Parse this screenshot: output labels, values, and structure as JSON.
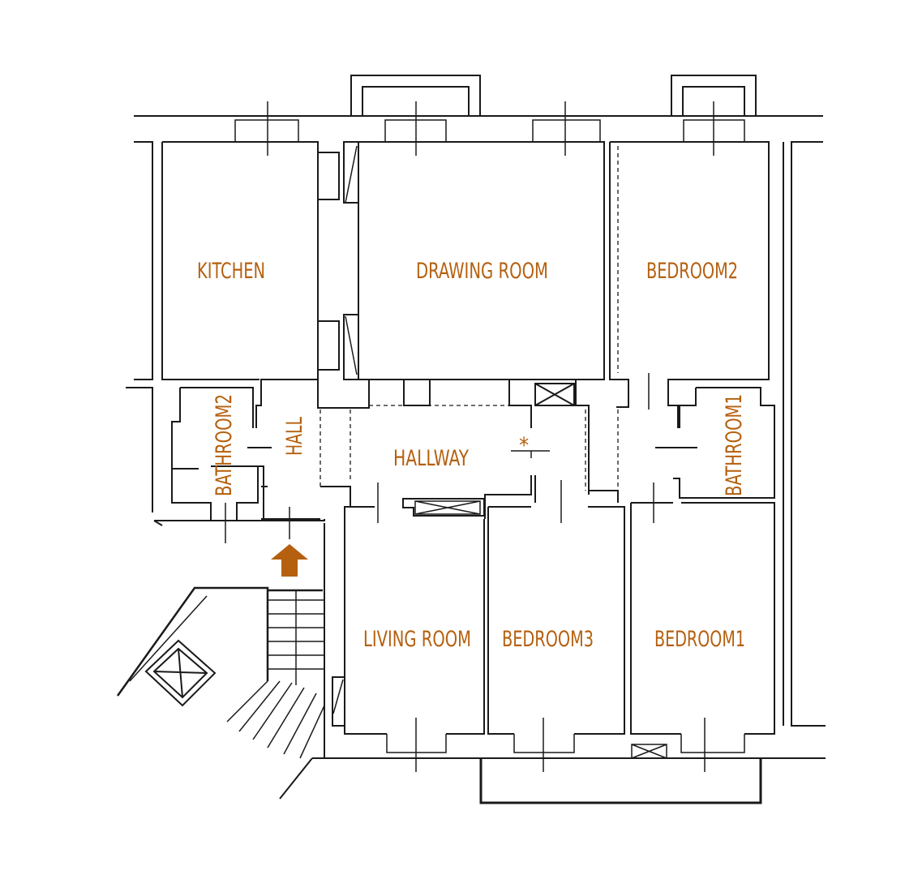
{
  "colors": {
    "label": "#b5600f",
    "wall": "#1a1a1a"
  },
  "rooms": {
    "kitchen": "KITCHEN",
    "drawing_room": "DRAWING ROOM",
    "bedroom2": "BEDROOM2",
    "bathroom2": "BATHROOM2",
    "hall": "HALL",
    "hallway": "HALLWAY",
    "bathroom1": "BATHROOM1",
    "living_room": "LIVING ROOM",
    "bedroom3": "BEDROOM3",
    "bedroom1": "BEDROOM1"
  },
  "markers": {
    "asterisk": "*",
    "entrance_icon": "up-arrow-icon"
  }
}
